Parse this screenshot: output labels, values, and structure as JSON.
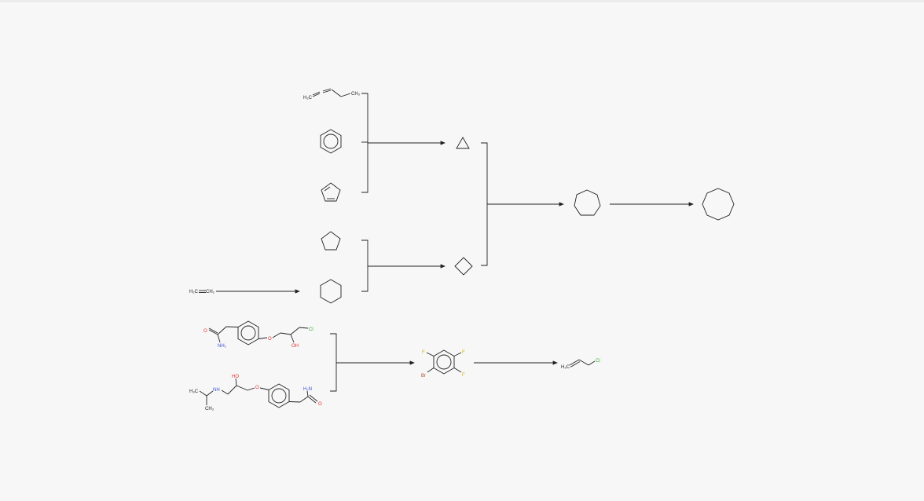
{
  "scheme": {
    "mol_pentadiene": {
      "label_left": "H₂C",
      "label_right": "CH₃"
    },
    "mol_ethene": {
      "label_left": "H₂C",
      "label_right": "CH₂"
    },
    "mol_amide_chloro": {
      "o": "O",
      "nh2": "NH₂",
      "ether_o": "O",
      "oh": "OH",
      "cl": "Cl"
    },
    "mol_atenolol": {
      "h3c": "H₃C",
      "nh": "NH",
      "ch3": "CH₃",
      "ho": "HO",
      "ether_o": "O",
      "h2n": "H₂N",
      "o": "O"
    },
    "mol_bromotrifluorobenzene": {
      "f_top_left": "F",
      "f_top_right": "F",
      "f_bottom_right": "F",
      "br": "Br"
    },
    "mol_allyl_chloride": {
      "h2c": "H₂C",
      "cl": "Cl"
    },
    "colors": {
      "bond": "#222222",
      "oxygen": "#e0302a",
      "nitrogen": "#3a4fd0",
      "chlorine": "#2fae2f",
      "fluorine": "#c8b800",
      "bromine": "#b04a2a"
    }
  }
}
